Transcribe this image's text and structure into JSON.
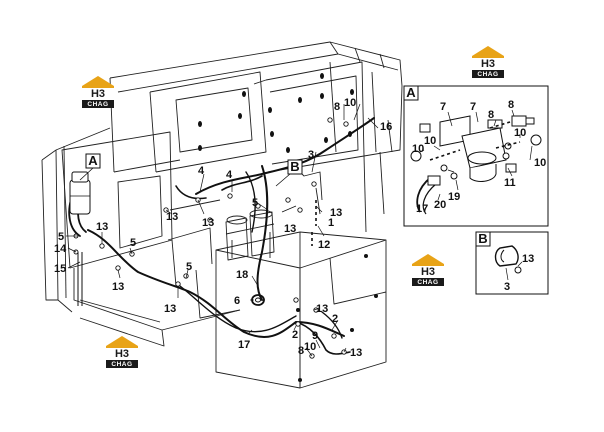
{
  "brand": {
    "logo_top": "H3",
    "logo_bottom": "CHAG",
    "colors": {
      "roof": "#e8a317",
      "text": "#1a1a1a",
      "band": "#1a1a1a"
    }
  },
  "detail_views": [
    {
      "id": "A",
      "label": "A"
    },
    {
      "id": "B",
      "label": "B"
    }
  ],
  "view_markers": [
    {
      "id": "A",
      "label": "A"
    },
    {
      "id": "B",
      "label": "B"
    }
  ],
  "callouts": {
    "main": [
      "1",
      "2",
      "2",
      "3",
      "4",
      "4",
      "5",
      "5",
      "5",
      "5",
      "6",
      "8",
      "8",
      "9",
      "10",
      "10",
      "12",
      "13",
      "13",
      "13",
      "13",
      "13",
      "13",
      "13",
      "13",
      "13",
      "14",
      "15",
      "16",
      "17",
      "18"
    ],
    "detail_a": [
      "7",
      "7",
      "8",
      "8",
      "10",
      "10",
      "10",
      "10",
      "11",
      "17",
      "19",
      "20"
    ],
    "detail_b": [
      "13",
      "3"
    ]
  },
  "colors": {
    "line": "#1c1c1c",
    "hose": "#111111",
    "background": "#ffffff"
  }
}
